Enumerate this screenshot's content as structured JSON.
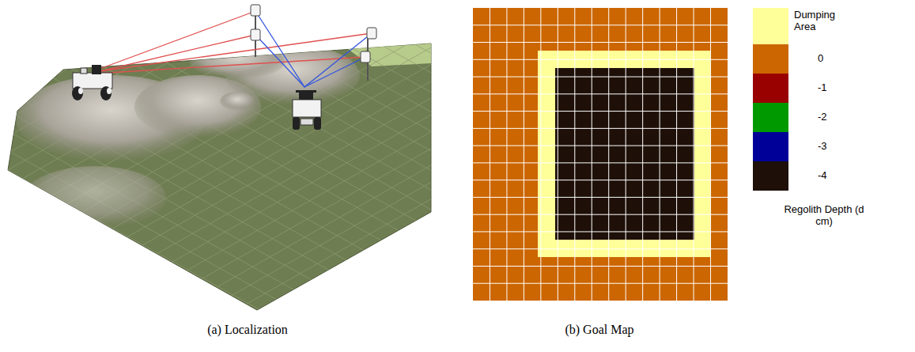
{
  "diagram": {
    "labels": [
      "(a) Localization",
      "(b) Goal Map",
      "Regolith Depth (d cm)"
    ],
    "legend": [
      {
        "text": "Dumping Area",
        "color": "#ffff99"
      },
      {
        "text": "0",
        "color": "#cc6600"
      },
      {
        "text": "-1",
        "color": "#990000"
      },
      {
        "text": "-2",
        "color": "#009900"
      },
      {
        "text": "-3",
        "color": "#000099"
      },
      {
        "text": "-4",
        "color": "#1e1008"
      }
    ]
  }
}
